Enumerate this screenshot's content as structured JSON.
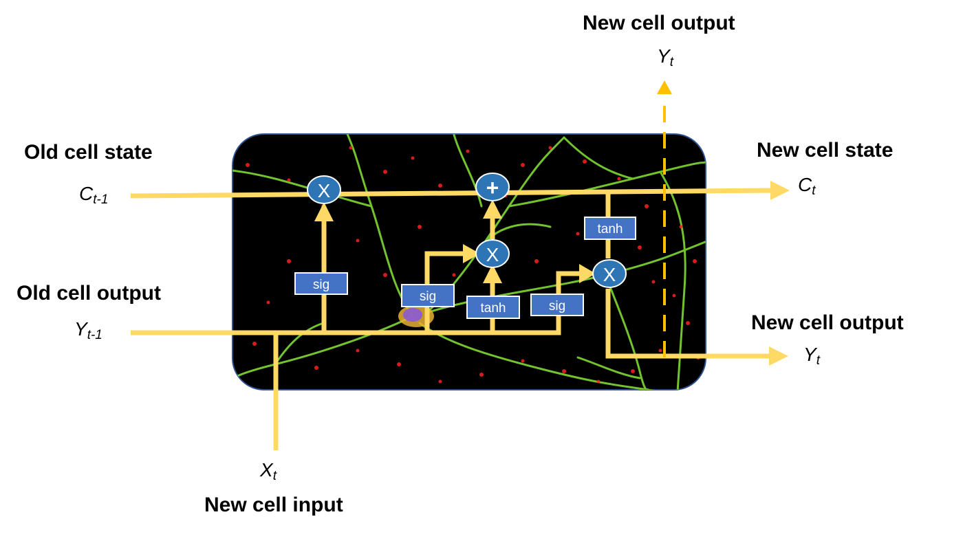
{
  "labels": {
    "old_cell_state": "Old cell state",
    "old_cell_output": "Old cell output",
    "new_cell_state": "New cell state",
    "new_cell_output_right": "New cell output",
    "new_cell_output_top": "New cell output",
    "new_cell_input": "New cell input"
  },
  "symbols": {
    "c_prev": {
      "base": "C",
      "sub": "t-1"
    },
    "y_prev": {
      "base": "Y",
      "sub": "t-1"
    },
    "c_t": {
      "base": "C",
      "sub": "t"
    },
    "y_t_right": {
      "base": "Y",
      "sub": "t"
    },
    "y_t_top": {
      "base": "Y",
      "sub": "t"
    },
    "x_t": {
      "base": "X",
      "sub": "t"
    }
  },
  "gates": {
    "sig1": "sig",
    "sig2": "sig",
    "tanh1": "tanh",
    "sig3": "sig",
    "tanh2": "tanh"
  },
  "ops": {
    "forget_mult": "X",
    "add": "+",
    "input_mult": "X",
    "output_mult": "X"
  },
  "colors": {
    "arrow": "#ffd966",
    "dashed_arrow": "#ffc000",
    "gate_fill": "#4472c4",
    "op_fill": "#2e75b6",
    "panel_bg": "#000000",
    "panel_border": "#2f528f",
    "axon_green": "#7fd934",
    "synapse_red": "#ff2020"
  }
}
